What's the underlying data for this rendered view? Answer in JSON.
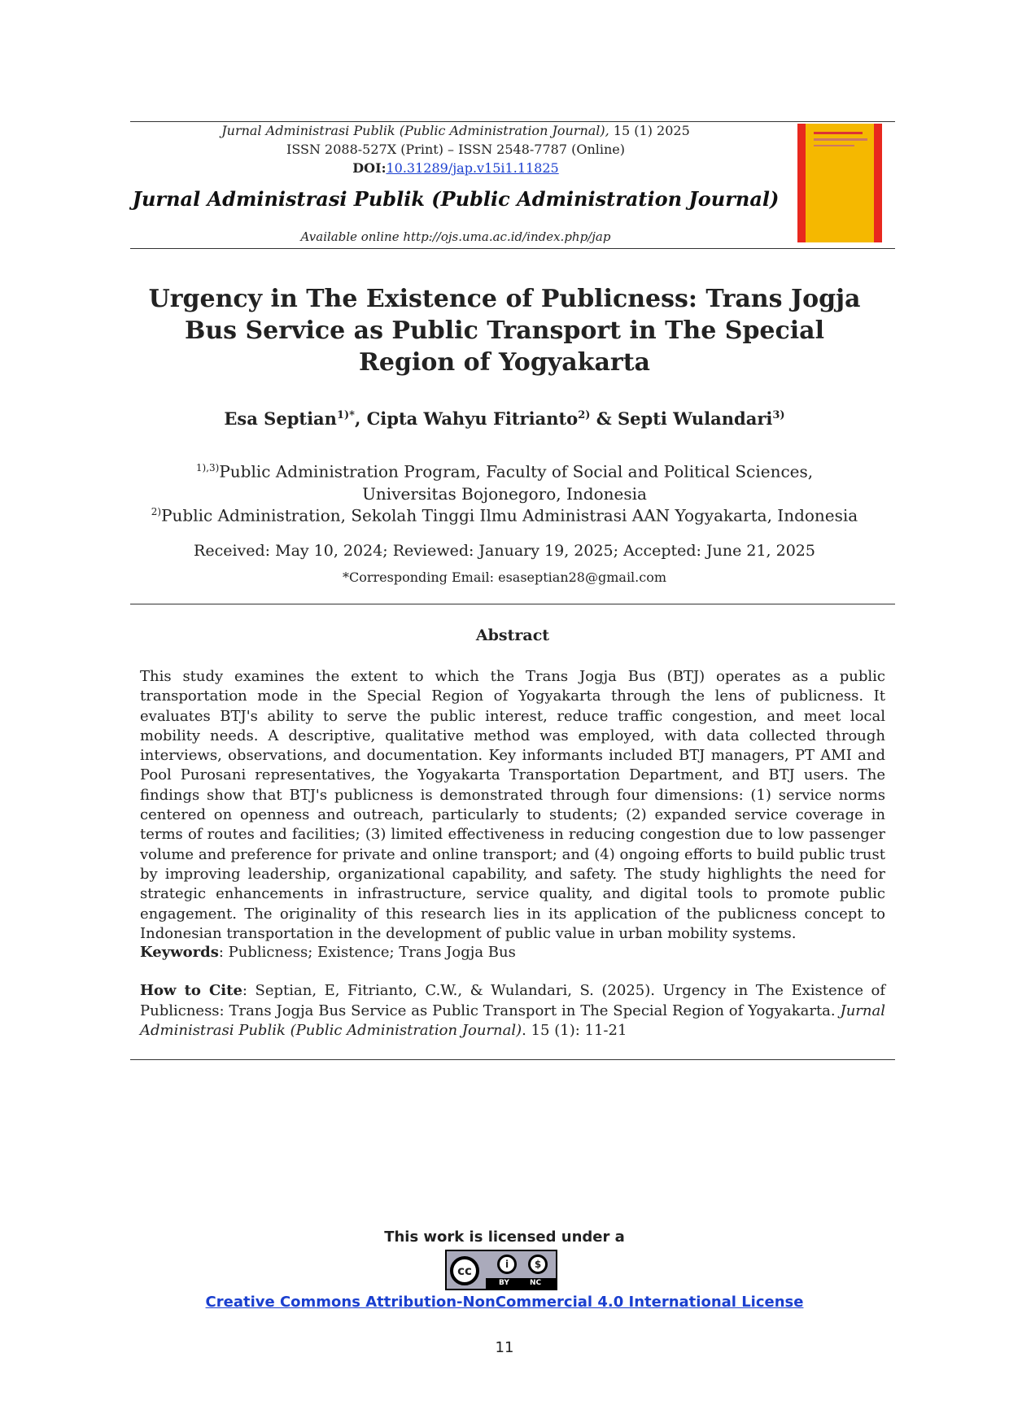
{
  "header": {
    "journal_line": "Jurnal Administrasi Publik (Public Administration Journal),",
    "volume": "15 (1) 2025",
    "issn": "ISSN 2088-527X (Print) – ISSN 2548-7787 (Online)",
    "doi_label": "DOI:",
    "doi_value": "10.31289/jap.v15i1.11825",
    "journal_title": "Jurnal Administrasi Publik (Public Administration Journal)",
    "available": "Available online http://ojs.uma.ac.id/index.php/jap"
  },
  "article": {
    "title": "Urgency in The Existence of Publicness: Trans Jogja Bus Service as Public Transport in The Special Region of Yogyakarta",
    "authors": [
      {
        "name": "Esa Septian",
        "mark": "1)*"
      },
      {
        "name": "Cipta Wahyu Fitrianto",
        "mark": "2)"
      },
      {
        "name": "Septi Wulandari",
        "mark": "3)"
      }
    ],
    "author_sep1": ", ",
    "author_sep2": " & ",
    "affiliations": [
      {
        "mark": "1),3)",
        "text": "Public Administration Program, Faculty of Social and Political Sciences, Universitas Bojonegoro, Indonesia"
      },
      {
        "mark": "2)",
        "text": "Public Administration, Sekolah Tinggi Ilmu Administrasi AAN Yogyakarta, Indonesia"
      }
    ],
    "dates": "Received: May 10, 2024; Reviewed: January 19, 2025; Accepted: June 21, 2025",
    "email": "*Corresponding Email:  esaseptian28@gmail.com",
    "abstract_heading": "Abstract",
    "abstract": "This study examines the extent to which the Trans Jogja Bus (BTJ) operates as a public transportation mode in the Special Region of Yogyakarta through the lens of publicness. It evaluates BTJ's ability to serve the public interest, reduce traffic congestion, and meet local mobility needs. A descriptive, qualitative method was employed, with data collected through interviews, observations, and documentation. Key informants included BTJ managers, PT AMI and Pool Purosani representatives, the Yogyakarta Transportation Department, and BTJ users. The findings show that BTJ's publicness is demonstrated through four dimensions: (1) service norms centered on openness and outreach, particularly to students; (2) expanded service coverage in terms of routes and facilities; (3) limited effectiveness in reducing congestion due to low passenger volume and preference for private and online transport; and (4) ongoing efforts to build public trust by improving leadership, organizational capability, and safety. The study highlights the need for strategic enhancements in infrastructure, service quality, and digital tools to promote public engagement. The originality of this research lies in its application of the publicness concept to Indonesian transportation in the development of public value in urban mobility systems.",
    "keywords_label": "Keywords",
    "keywords": ": Publicness; Existence; Trans Jogja Bus",
    "cite_label": "How to Cite",
    "cite_text": ": Septian, E, Fitrianto, C.W., & Wulandari, S. (2025). Urgency in The Existence of Publicness: Trans Jogja Bus Service as Public Transport in The Special Region of Yogyakarta. ",
    "cite_journal": "Jurnal Administrasi Publik (Public Administration Journal)",
    "cite_tail": ". 15 (1): 11-21"
  },
  "license": {
    "intro": "This work is licensed under a",
    "badge_cc": "cc",
    "badge_by": "BY",
    "badge_nc": "NC",
    "link": "Creative Commons Attribution-NonCommercial 4.0 International License"
  },
  "page_number": "11"
}
